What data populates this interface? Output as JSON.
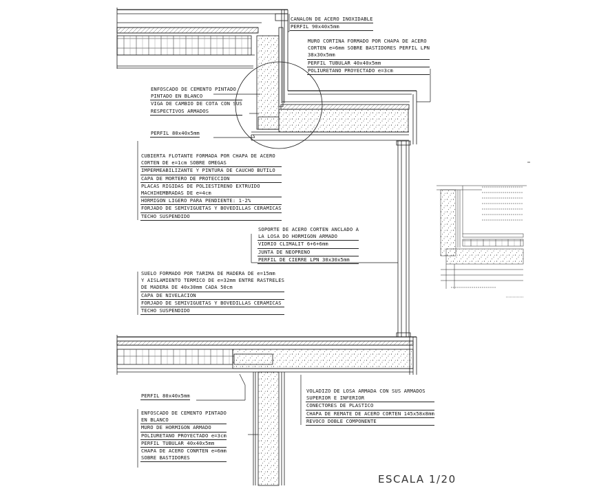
{
  "labels": {
    "canalon": [
      "CANALON DE ACERO INOXIDABLE",
      "PERFIL 90x40x5mm"
    ],
    "muro_cortina": [
      "MURO CORTINA FORMADO POR CHAPA DE ACERO",
      "CORTEN e=6mm SOBRE BASTIDORES PERFIL LPN",
      "38x30x5mm",
      "PERFIL TUBULAR 40x40x5mm",
      "POLIURETANO PROYECTADO e=3cm"
    ],
    "enfoscado_top": [
      "ENFOSCADO DE CEMENTO PINTADO",
      "PINTADO EN BLANCO",
      "VIGA DE CAMBIO DE COTA CON SUS",
      "RESPECTIVOS ARMADOS"
    ],
    "perfil_top": [
      "PERFIL 80x40x5mm"
    ],
    "cubierta": [
      "CUBIERTA FLOTANTE FORMADA POR CHAPA DE ACERO",
      "CORTEN DE e=1cm SOBRE OMEGAS",
      "IMPERMEABILIZANTE Y PINTURA DE CAUCHO BUTILO",
      "CAPA DE MORTERO DE PROTECCION",
      "PLACAS RIGIDAS DE POLIESTIRENO EXTRUIDO",
      "MACHIHEMBRADAS DE e=4cm",
      "HORMIGON LIGERO PARA PENDIENTE: 1-2%",
      "FORJADO DE SEMIVIGUETAS Y BOVEDILLAS CERAMICAS",
      "TECHO SUSPENDIDO"
    ],
    "soporte": [
      "SOPORTE DE ACERO CORTEN ANCLADO A",
      "LA LOSA DO HORMIGON ARMADO",
      "VIDRIO CLIMALIT 6+6+6mm",
      "JUNTA DE NEOPRENO",
      "PERFIL DE CIERRE LPN 30x30x5mm"
    ],
    "suelo": [
      "SUELO FORMADO POR TARIMA DE MADERA DE e=15mm",
      "Y AISLAMIENTO TERMICO DE e=32mm ENTRE RASTRELES",
      "DE MADERA DE 40x30mm CADA 50cm",
      "CAPA DE NIVELACION",
      "FORJADO DE SEMIVIGUETAS Y BOVEDILLAS CERAMICAS",
      "TECHO SUSPENDIDO"
    ],
    "perfil_bottom": [
      "PERFIL 80x40x5mm"
    ],
    "enfoscado_bottom": [
      "ENFOSCADO DE CEMENTO PINTADO",
      "EN BLANCO",
      "MURO DE HORMIGON ARMADO",
      "POLIURETANO PROYECTADO e=3cm",
      "PERFIL TUBULAR 40x40x5mm",
      "CHAPA DE ACERO CONRTEN e=6mm",
      "SOBRE BASTIDORES"
    ],
    "voladizo": [
      "VOLADIZO DE LOSA ARMADA CON SUS ARMADOS",
      "SUPERIOR E INFERIOR",
      "CONECTORES DE PLASTICO",
      "CHAPA DE REMATE DE ACERO CORTEN 145x58x8mm",
      "REVOCO DOBLE COMPONENTE"
    ]
  },
  "scale_text": "ESCALA 1/20",
  "colors": {
    "line": "#1a1a1a",
    "hatch": "#555555",
    "paper": "#ffffff"
  }
}
